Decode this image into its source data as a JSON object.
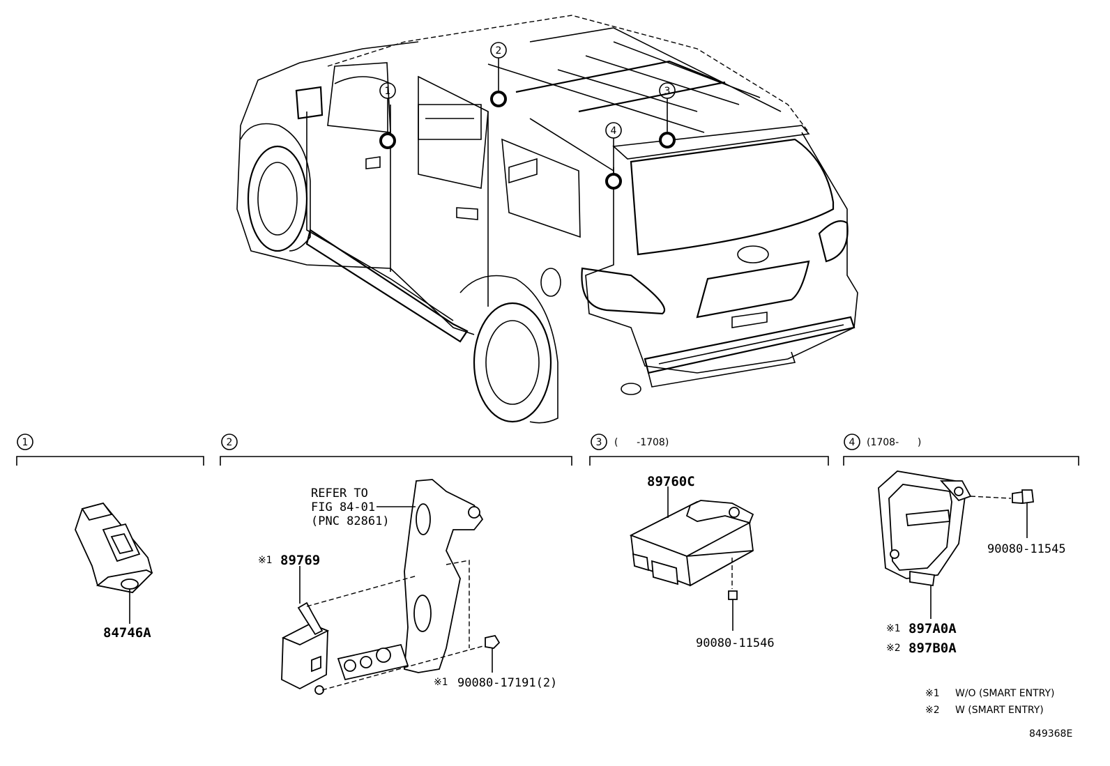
{
  "diagram_code": "849368E",
  "callouts": [
    {
      "num": "1"
    },
    {
      "num": "2"
    },
    {
      "num": "3"
    },
    {
      "num": "4"
    }
  ],
  "sections": [
    {
      "num": "1",
      "note": ""
    },
    {
      "num": "2",
      "note": ""
    },
    {
      "num": "3",
      "note": "(      -1708)"
    },
    {
      "num": "4",
      "note": "(1708-      )"
    }
  ],
  "parts": {
    "p84746A": "84746A",
    "refer_line1": "REFER TO",
    "refer_line2": "FIG 84-01",
    "refer_line3": "(PNC 82861)",
    "p89769_mark": "※1",
    "p89769": "89769",
    "p90080_17191_mark": "※1",
    "p90080_17191": "90080-17191(2)",
    "p89760C": "89760C",
    "p90080_11546": "90080-11546",
    "p90080_11545": "90080-11545",
    "p897A0A_mark": "※1",
    "p897A0A": "897A0A",
    "p897B0A_mark": "※2",
    "p897B0A": "897B0A"
  },
  "legend": [
    {
      "mark": "※1",
      "text": "W/O (SMART ENTRY)"
    },
    {
      "mark": "※2",
      "text": "W (SMART ENTRY)"
    }
  ]
}
